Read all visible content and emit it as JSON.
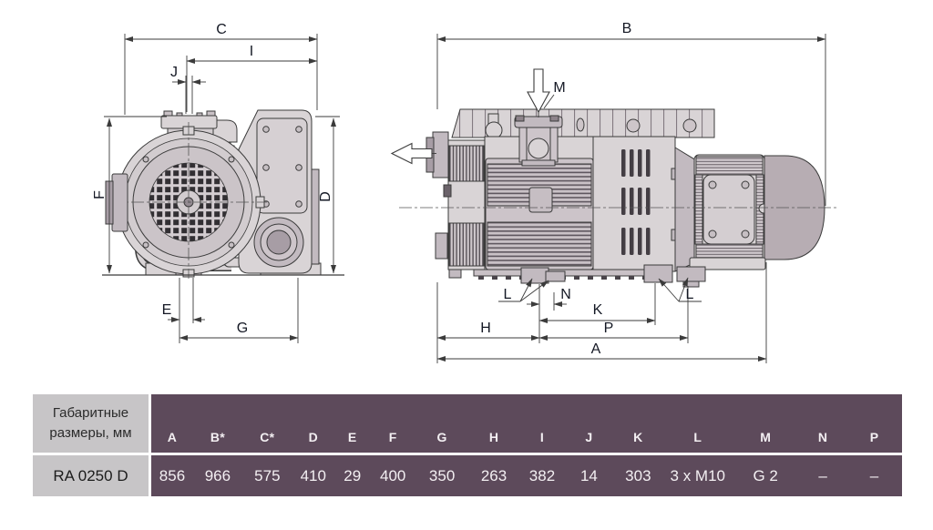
{
  "drawing": {
    "labels": {
      "A": "A",
      "B": "B",
      "C": "C",
      "D": "D",
      "E": "E",
      "F": "F",
      "G": "G",
      "H": "H",
      "I": "I",
      "J": "J",
      "K": "K",
      "L": "L",
      "M": "M",
      "N": "N",
      "P": "P"
    }
  },
  "table": {
    "header": "Габаритные размеры, мм",
    "model": "RA 0250 D",
    "columns": [
      {
        "label": "A",
        "value": "856"
      },
      {
        "label": "B*",
        "value": "966"
      },
      {
        "label": "C*",
        "value": "575"
      },
      {
        "label": "D",
        "value": "410"
      },
      {
        "label": "E",
        "value": "29"
      },
      {
        "label": "F",
        "value": "400"
      },
      {
        "label": "G",
        "value": "350"
      },
      {
        "label": "H",
        "value": "263"
      },
      {
        "label": "I",
        "value": "382"
      },
      {
        "label": "J",
        "value": "14"
      },
      {
        "label": "K",
        "value": "303"
      },
      {
        "label": "L",
        "value": "3 x M10"
      },
      {
        "label": "M",
        "value": "G 2"
      },
      {
        "label": "N",
        "value": "–"
      },
      {
        "label": "P",
        "value": "–"
      }
    ]
  },
  "colors": {
    "table_purple": "#5d4a5b",
    "table_gray": "#c7c5c7"
  }
}
